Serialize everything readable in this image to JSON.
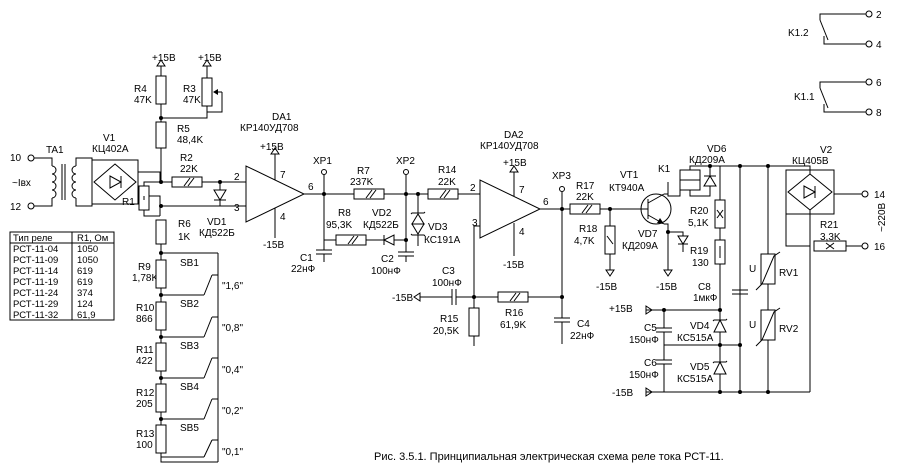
{
  "caption": "Рис. 3.5.1. Принципиальная электрическая схема реле тока РСТ-11.",
  "table": {
    "headers": [
      "Тип реле",
      "R1, Ом"
    ],
    "rows": [
      [
        "РСТ-11-04",
        "1050"
      ],
      [
        "РСТ-11-09",
        "1050"
      ],
      [
        "РСТ-11-14",
        "619"
      ],
      [
        "РСТ-11-19",
        "619"
      ],
      [
        "РСТ-11-24",
        "374"
      ],
      [
        "РСТ-11-29",
        "124"
      ],
      [
        "РСТ-11-32",
        "61,9"
      ]
    ]
  },
  "labels": {
    "ta1": "TA1",
    "v1": "V1",
    "v1_type": "КЦ402А",
    "in10": "10",
    "in12": "12",
    "ibx": "~Iвх",
    "r1": "R1",
    "p15_a": "+15В",
    "p15_b": "+15В",
    "r4": "R4",
    "r4v": "47K",
    "r3": "R3",
    "r3v": "47K",
    "r5": "R5",
    "r5v": "48,4K",
    "r2": "R2",
    "r2v": "22K",
    "r6": "R6",
    "r6v": "1K",
    "vd1": "VD1",
    "vd1v": "КД522Б",
    "r9": "R9",
    "r9v": "1,78K",
    "r10": "R10",
    "r10v": "866",
    "r11": "R11",
    "r11v": "422",
    "r12": "R12",
    "r12v": "205",
    "r13": "R13",
    "r13v": "100",
    "sb1": "SB1",
    "sb2": "SB2",
    "sb3": "SB3",
    "sb4": "SB4",
    "sb5": "SB5",
    "s16": "\"1,6\"",
    "s08": "\"0,8\"",
    "s04": "\"0,4\"",
    "s02": "\"0,2\"",
    "s01": "\"0,1\"",
    "da1": "DA1",
    "da1v": "КР140УД708",
    "da1_p15": "+15В",
    "da1_m15": "-15В",
    "pin2": "2",
    "pin3": "3",
    "pin6": "6",
    "pin7": "7",
    "pin4": "4",
    "xp1": "XP1",
    "c1": "C1",
    "c1v": "22нФ",
    "r7": "R7",
    "r7v": "237K",
    "r8": "R8",
    "r8v": "95,3K",
    "vd2": "VD2",
    "vd2v": "КД522Б",
    "xp2": "XP2",
    "c2": "C2",
    "c2v": "100нФ",
    "vd3": "VD3",
    "vd3v": "КС191А",
    "r14": "R14",
    "r14v": "22K",
    "da2": "DA2",
    "da2v": "КР140УД708",
    "da2_p15": "+15В",
    "da2_m15": "-15В",
    "pin2b": "2",
    "pin3b": "3",
    "pin6b": "6",
    "pin7b": "7",
    "pin4b": "4",
    "xp3": "XP3",
    "c3": "C3",
    "c3v": "100нФ",
    "m15_c3": "-15В",
    "r15": "R15",
    "r15v": "20,5K",
    "r16": "R16",
    "r16v": "61,9K",
    "c4": "C4",
    "c4v": "22нФ",
    "r17": "R17",
    "r17v": "22K",
    "r18": "R18",
    "r18v": "4,7K",
    "m15_r18": "-15В",
    "vt1": "VT1",
    "vt1v": "КТ940А",
    "vd7": "VD7",
    "vd7v": "КД209А",
    "m15_vt": "-15В",
    "k1": "K1",
    "vd6": "VD6",
    "vd6v": "КД209А",
    "r20": "R20",
    "r20v": "5,1K",
    "r19": "R19",
    "r19v": "130",
    "c8": "C8",
    "c8v": "1мкФ",
    "p15_c5": "+15В",
    "c5": "C5",
    "c5v": "150нФ",
    "vd4": "VD4",
    "vd4v": "КС515А",
    "c6": "C6",
    "c6v": "150нФ",
    "vd5": "VD5",
    "vd5v": "КС515А",
    "m15_bot": "-15В",
    "v2": "V2",
    "v2v": "КЦ405В",
    "r21": "R21",
    "r21v": "3,3K",
    "o14": "14",
    "o16": "16",
    "ac220": "~220В",
    "rv1": "RV1",
    "rv2": "RV2",
    "u1": "U",
    "u2": "U",
    "k12": "K1.2",
    "o2": "2",
    "o4": "4",
    "k11": "K1.1",
    "o6": "6",
    "o8": "8"
  }
}
